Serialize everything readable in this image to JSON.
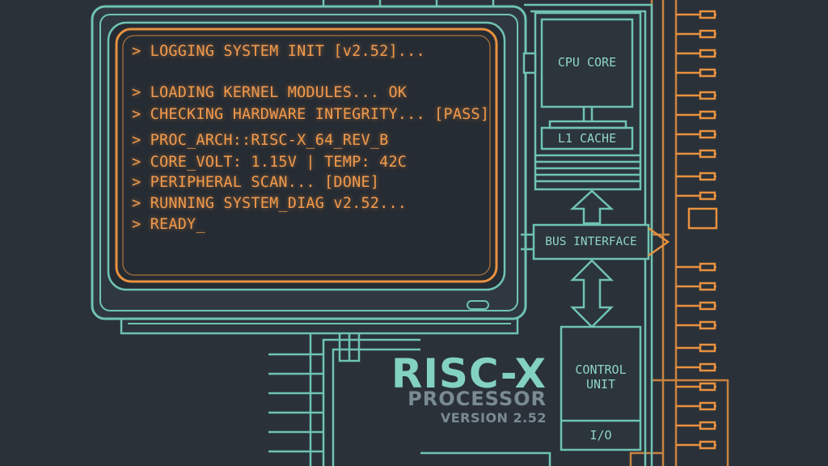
{
  "terminal": {
    "lines": [
      "> LOGGING SYSTEM INIT [v2.52]...",
      "> LOADING KERNEL MODULES... OK",
      "> CHECKING HARDWARE INTEGRITY... [PASS]",
      "> PROC_ARCH::RISC-X_64_REV_B",
      "> CORE_VOLT: 1.15V | TEMP: 42C",
      "> PERIPHERAL SCAN... [DONE]",
      "> RUNNING SYSTEM_DIAG v2.52...",
      "> READY_"
    ]
  },
  "diagram": {
    "cpu_core": "CPU CORE",
    "l1_cache": "L1 CACHE",
    "bus_interface": "BUS INTERFACE",
    "control_unit": "CONTROL\nUNIT",
    "io": "I/O"
  },
  "branding": {
    "title": "RISC-X",
    "subtitle": "PROCESSOR",
    "version": "VERSION 2.52"
  },
  "colors": {
    "background": "#2a3139",
    "teal": "#6fc3b2",
    "orange": "#e8913f",
    "terminal_text": "#f19a4c",
    "screen_bg": "#262c33"
  }
}
